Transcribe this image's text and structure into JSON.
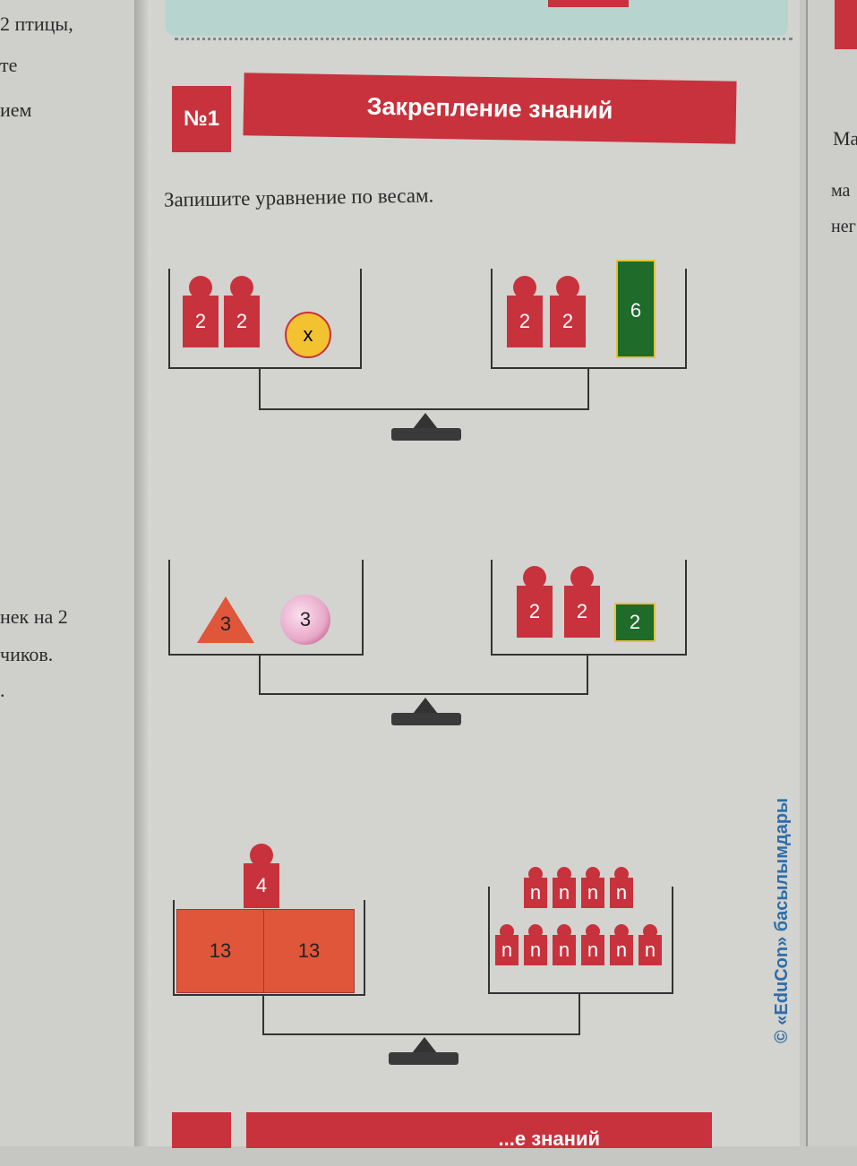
{
  "left_page": {
    "lines": [
      "2 птицы,",
      "те",
      "ием",
      "нек на 2",
      "чиков.",
      "."
    ]
  },
  "right_page": {
    "lines": [
      "Ма",
      "ма",
      "нег"
    ]
  },
  "exercise": {
    "number": "№1",
    "title": "Закрепление знаний",
    "instruction": "Запишите уравнение по весам."
  },
  "scale1": {
    "left": [
      "2",
      "2",
      "x"
    ],
    "right": [
      "2",
      "2",
      "6"
    ]
  },
  "scale2": {
    "left": [
      "3",
      "3"
    ],
    "right": [
      "2",
      "2",
      "2"
    ]
  },
  "scale3": {
    "left": [
      "4",
      "13",
      "13"
    ],
    "right_top": [
      "n",
      "n",
      "n",
      "n"
    ],
    "right_bottom": [
      "n",
      "n",
      "n",
      "n",
      "n",
      "n"
    ]
  },
  "copyright": "© «EduCon» басылымдары",
  "bottom_band": "...е знаний",
  "colors": {
    "red": "#c8323c",
    "green": "#1e6b2a",
    "yellow": "#f2c230",
    "orange": "#e0563a",
    "pink": "#e7a8c8"
  }
}
